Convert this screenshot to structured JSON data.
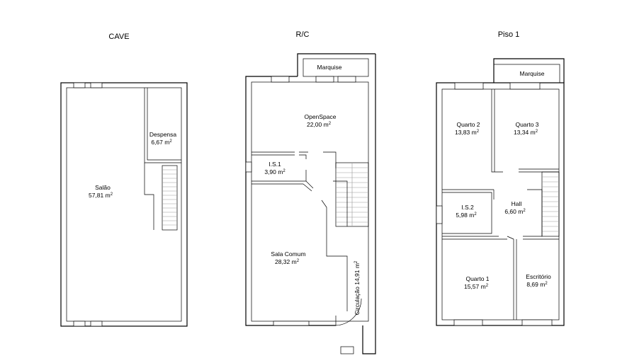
{
  "floors": [
    {
      "title": "CAVE",
      "rooms": [
        {
          "name": "Salão",
          "area": "57,81 m",
          "sup": "2"
        },
        {
          "name": "Despensa",
          "area": "6,67 m",
          "sup": "2"
        }
      ]
    },
    {
      "title": "R/C",
      "rooms": [
        {
          "name": "Marquise"
        },
        {
          "name": "OpenSpace",
          "area": "22,00 m",
          "sup": "2"
        },
        {
          "name": "I.S.1",
          "area": "3,90 m",
          "sup": "2"
        },
        {
          "name": "Sala Comum",
          "area": "28,32 m",
          "sup": "2"
        },
        {
          "name": "Circulação 14,91 m",
          "sup": "2"
        }
      ]
    },
    {
      "title": "Piso 1",
      "rooms": [
        {
          "name": "Marquise"
        },
        {
          "name": "Quarto 2",
          "area": "13,83 m",
          "sup": "2"
        },
        {
          "name": "Quarto 3",
          "area": "13,34 m",
          "sup": "2"
        },
        {
          "name": "Hall",
          "area": "6,60 m",
          "sup": "2"
        },
        {
          "name": "I.S.2",
          "area": "5,98 m",
          "sup": "2"
        },
        {
          "name": "Quarto 1",
          "area": "15,57 m",
          "sup": "2"
        },
        {
          "name": "Escritório",
          "area": "8,69 m",
          "sup": "2"
        }
      ]
    }
  ]
}
